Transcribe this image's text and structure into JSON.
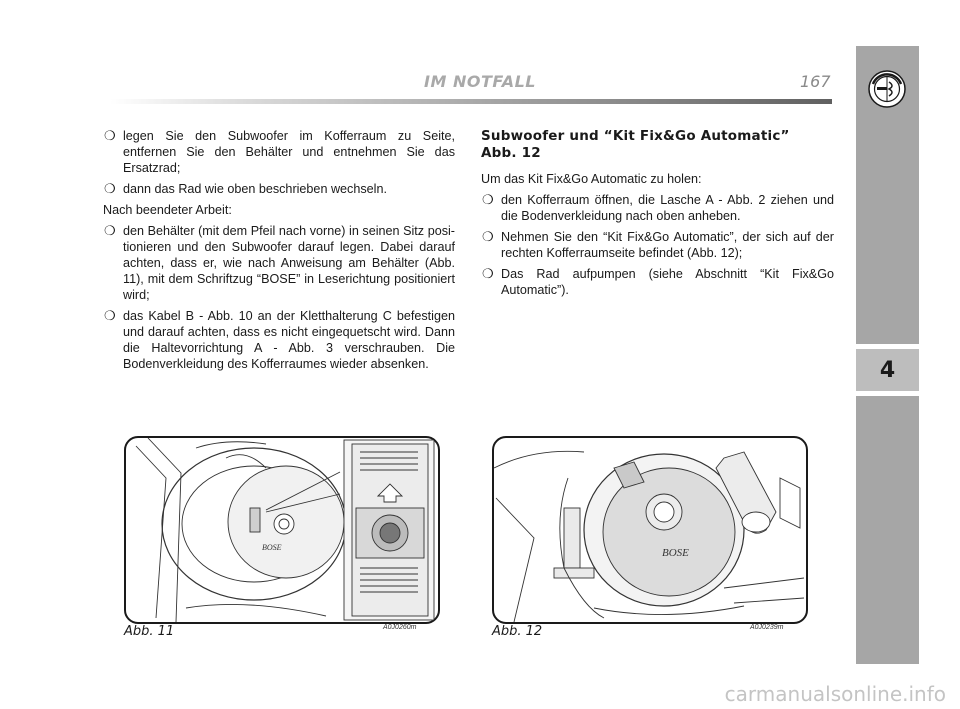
{
  "header": {
    "title": "IM NOTFALL",
    "page_number": "167"
  },
  "side_tab": {
    "chapter_number": "4"
  },
  "left_column": {
    "bullet_symbol": "❍",
    "item_1": "legen Sie den Subwoofer im Kofferraum zu Seite, entfernen Sie den Behälter und entnehmen Sie das Ersatzrad;",
    "item_2": "dann das Rad wie oben beschrieben wechseln.",
    "after_work": "Nach beendeter Arbeit:",
    "item_3": "den Behälter (mit dem Pfeil nach vorne) in seinen Sitz posi­tionieren und den Subwoofer darauf legen. Dabei darauf ach­ten, dass er, wie nach Anweisung am Behälter (Abb. 11), mit dem Schriftzug “BOSE” in Leserichtung positioniert wird;",
    "item_4": "das Kabel B - Abb. 10 an der Kletthalterung C befestigen und darauf achten, dass es nicht eingequetscht wird. Dann die Hal­tevorrichtung A - Abb. 3 verschrauben. Die Bodenverkleidung des Kofferraumes wieder absenken."
  },
  "right_column": {
    "heading_line_1": "Subwoofer und “Kit Fix&Go Automatic”",
    "heading_line_2": "Abb. 12",
    "intro": "Um das Kit Fix&Go Automatic zu holen:",
    "item_1": "den Kofferraum öffnen, die Lasche A - Abb. 2 ziehen und die Bodenverkleidung nach oben anheben.",
    "item_2": "Nehmen Sie den “Kit Fix&Go Automatic”, der sich auf der rech­ten Kofferraumseite befindet (Abb. 12);",
    "item_3": "Das Rad aufpumpen (siehe Abschnitt “Kit Fix&Go Automatic”)."
  },
  "figures": {
    "fig_11": {
      "caption": "Abb. 11",
      "code": "A0J0260m",
      "brand_mark": "BOSE"
    },
    "fig_12": {
      "caption": "Abb. 12",
      "code": "A0J0239m",
      "brand_mark": "BOSE"
    }
  },
  "watermark": "carmanualsonline.info",
  "colors": {
    "side_tab": "#a6a6a6",
    "header_title": "#a9a9a9",
    "text": "#1a1a1a"
  },
  "icons": {
    "logo": "alfa-romeo-logo-icon",
    "bullet": "circle-bullet-icon"
  }
}
